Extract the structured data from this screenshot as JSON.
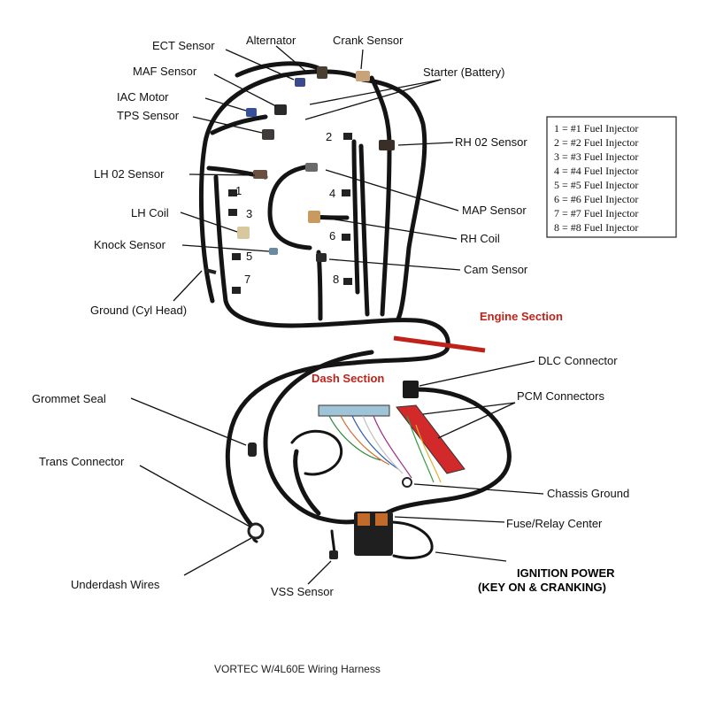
{
  "caption": "VORTEC W/4L60E Wiring Harness",
  "sections": {
    "engine": "Engine Section",
    "dash": "Dash Section",
    "color": "#c0221a"
  },
  "labels": {
    "alternator": "Alternator",
    "crank_sensor": "Crank Sensor",
    "ect_sensor": "ECT Sensor",
    "maf_sensor": "MAF Sensor",
    "starter": "Starter (Battery)",
    "iac_motor": "IAC Motor",
    "tps_sensor": "TPS Sensor",
    "rh_o2": "RH 02 Sensor",
    "lh_o2": "LH 02 Sensor",
    "map_sensor": "MAP Sensor",
    "lh_coil": "LH Coil",
    "rh_coil": "RH Coil",
    "knock_sensor": "Knock Sensor",
    "cam_sensor": "Cam Sensor",
    "ground_cyl_head": "Ground (Cyl Head)",
    "dlc_connector": "DLC Connector",
    "pcm_connectors": "PCM Connectors",
    "grommet_seal": "Grommet Seal",
    "trans_connector": "Trans Connector",
    "chassis_ground": "Chassis Ground",
    "fuse_relay": "Fuse/Relay Center",
    "ignition_line1": "IGNITION POWER",
    "ignition_line2": "(KEY ON & CRANKING)",
    "underdash_wires": "Underdash Wires",
    "vss_sensor": "VSS Sensor"
  },
  "injector_numbers": [
    "1",
    "2",
    "3",
    "4",
    "5",
    "6",
    "7",
    "8"
  ],
  "legend": [
    "1 = #1 Fuel Injector",
    "2 = #2 Fuel Injector",
    "3 = #3 Fuel Injector",
    "4 = #4 Fuel Injector",
    "5 = #5 Fuel Injector",
    "6 = #6 Fuel Injector",
    "7 = #7 Fuel Injector",
    "8 = #8 Fuel Injector"
  ]
}
